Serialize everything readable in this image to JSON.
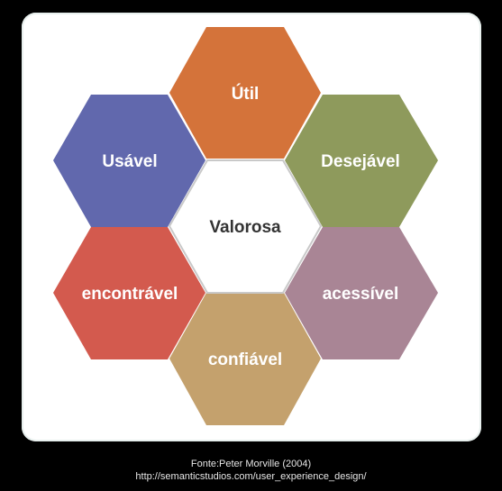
{
  "diagram": {
    "center": {
      "label": "Valorosa",
      "fill": "#ffffff",
      "stroke": "#c9c9c9",
      "text_color": "#333333"
    },
    "facets": [
      {
        "id": "util",
        "label": "Útil",
        "fill": "#d4733a"
      },
      {
        "id": "desejavel",
        "label": "Desejável",
        "fill": "#8e9a5c"
      },
      {
        "id": "acessivel",
        "label": "acessível",
        "fill": "#a98595"
      },
      {
        "id": "confiavel",
        "label": "confiável",
        "fill": "#c4a16d"
      },
      {
        "id": "encontravel",
        "label": "encontrável",
        "fill": "#d35a4e"
      },
      {
        "id": "usavel",
        "label": "Usável",
        "fill": "#6168ad"
      }
    ]
  },
  "caption": {
    "source": "Fonte:Peter Morville (2004)",
    "url": "http://semanticstudios.com/user_experience_design/"
  }
}
